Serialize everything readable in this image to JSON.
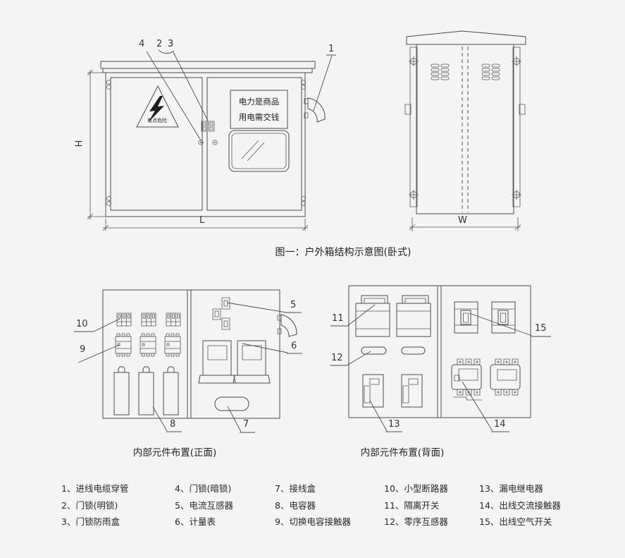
{
  "figure1": {
    "caption": "图一：户外箱结构示意图(卧式)",
    "front": {
      "callout_1": "1",
      "callout_2": "2",
      "callout_3": "3",
      "callout_4": "4",
      "dim_height": "H",
      "dim_length": "L",
      "warning_text": "有点危险",
      "sign_line1": "电力是商品",
      "sign_line2": "用电需交钱"
    },
    "side": {
      "dim_width": "W"
    }
  },
  "front_layout": {
    "caption": "内部元件布置(正面)",
    "callout_5": "5",
    "callout_6": "6",
    "callout_7": "7",
    "callout_8": "8",
    "callout_9": "9",
    "callout_10": "10"
  },
  "back_layout": {
    "caption": "内部元件布置(背面)",
    "callout_11": "11",
    "callout_12": "12",
    "callout_13": "13",
    "callout_14": "14",
    "callout_15": "15"
  },
  "legend": {
    "items": [
      {
        "text": "1、进线电缆穿管"
      },
      {
        "text": "2、门锁(明锁)"
      },
      {
        "text": "3、门锁防雨盒"
      },
      {
        "text": "4、门锁(暗锁)"
      },
      {
        "text": "5、电流互感器"
      },
      {
        "text": "6、计量表"
      },
      {
        "text": "7、接线盒"
      },
      {
        "text": "8、电容器"
      },
      {
        "text": "9、切换电容接触器"
      },
      {
        "text": "10、小型断路器"
      },
      {
        "text": "11、隔离开关"
      },
      {
        "text": "12、零序互感器"
      },
      {
        "text": "13、漏电继电器"
      },
      {
        "text": "14、出线交流接触器"
      },
      {
        "text": "15、出线空气开关"
      }
    ],
    "colors": {
      "background": "#f4f4f3",
      "line": "#4b4b4b",
      "text": "#2e2e2e"
    }
  }
}
